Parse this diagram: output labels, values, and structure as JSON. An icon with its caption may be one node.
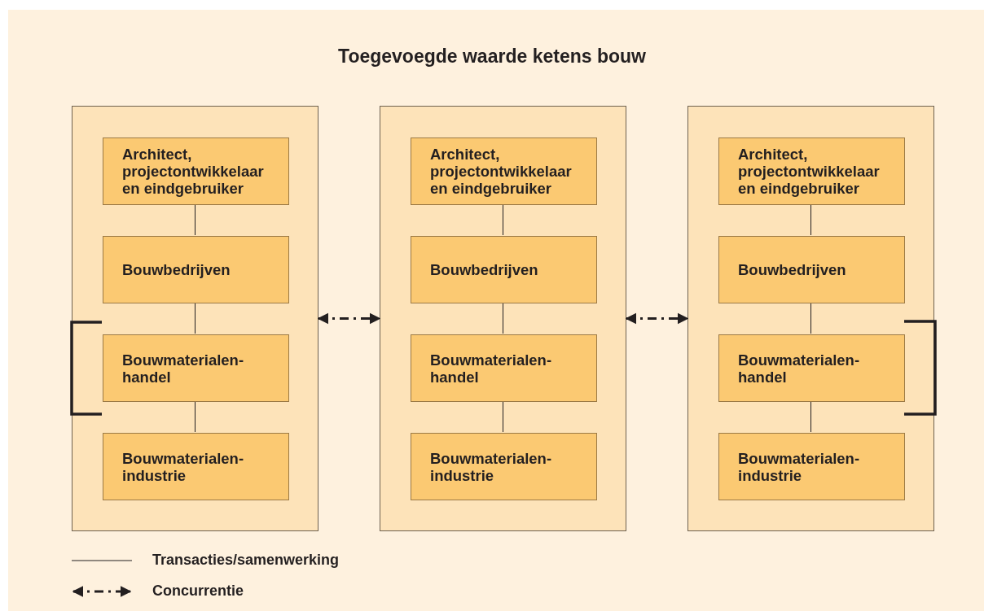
{
  "diagram": {
    "title": "Toegevoegde waarde ketens bouw",
    "nodes": [
      {
        "text": [],
        "shape": "box"
      },
      {
        "text": [
          "Architect, projectontwikkelaar en eindgebruiker"
        ],
        "in": 0
      },
      {
        "text": [
          "Bouwbedrijven"
        ],
        "in": 0
      },
      {
        "text": [
          "Bouwmaterialen-handel"
        ],
        "in": 0
      },
      {
        "text": [
          "Bouwmaterialen-industrie"
        ],
        "in": 0
      },
      {
        "text": [],
        "shape": "box"
      },
      {
        "text": [
          "Architect, projectontwikkelaar en eindgebruiker"
        ],
        "in": 5
      },
      {
        "text": [
          "Bouwbedrijven"
        ],
        "in": 5
      },
      {
        "text": [
          "Bouwmaterialen-handel"
        ],
        "in": 5
      },
      {
        "text": [
          "Bouwmaterialen-industrie"
        ],
        "in": 5
      },
      {
        "text": [],
        "shape": "box"
      },
      {
        "text": [
          "Architect, projectontwikkelaar en eindgebruiker"
        ],
        "in": 10
      },
      {
        "text": [
          "Bouwbedrijven"
        ],
        "in": 10
      },
      {
        "text": [
          "Bouwmaterialen-handel"
        ],
        "in": 10
      },
      {
        "text": [
          "Bouwmaterialen-industrie"
        ],
        "in": 10
      }
    ],
    "edges": [
      {
        "from": 1,
        "to": 2,
        "arrow": "none"
      },
      {
        "from": 2,
        "to": 3,
        "arrow": "none"
      },
      {
        "from": 3,
        "to": 4,
        "arrow": "none"
      },
      {
        "from": 6,
        "to": 7,
        "arrow": "none"
      },
      {
        "from": 7,
        "to": 8,
        "arrow": "none"
      },
      {
        "from": 8,
        "to": 9,
        "arrow": "none"
      },
      {
        "from": 11,
        "to": 12,
        "arrow": "none"
      },
      {
        "from": 12,
        "to": 13,
        "arrow": "none"
      },
      {
        "from": 13,
        "to": 14,
        "arrow": "none"
      },
      {
        "from": 0,
        "to": 5,
        "arrow": "both",
        "style": "dashed"
      },
      {
        "from": 5,
        "to": 10,
        "arrow": "both",
        "style": "dashed"
      }
    ],
    "legend": [
      {
        "text": "Transacties/samenwerking"
      },
      {
        "text": "Concurrentie"
      }
    ]
  }
}
